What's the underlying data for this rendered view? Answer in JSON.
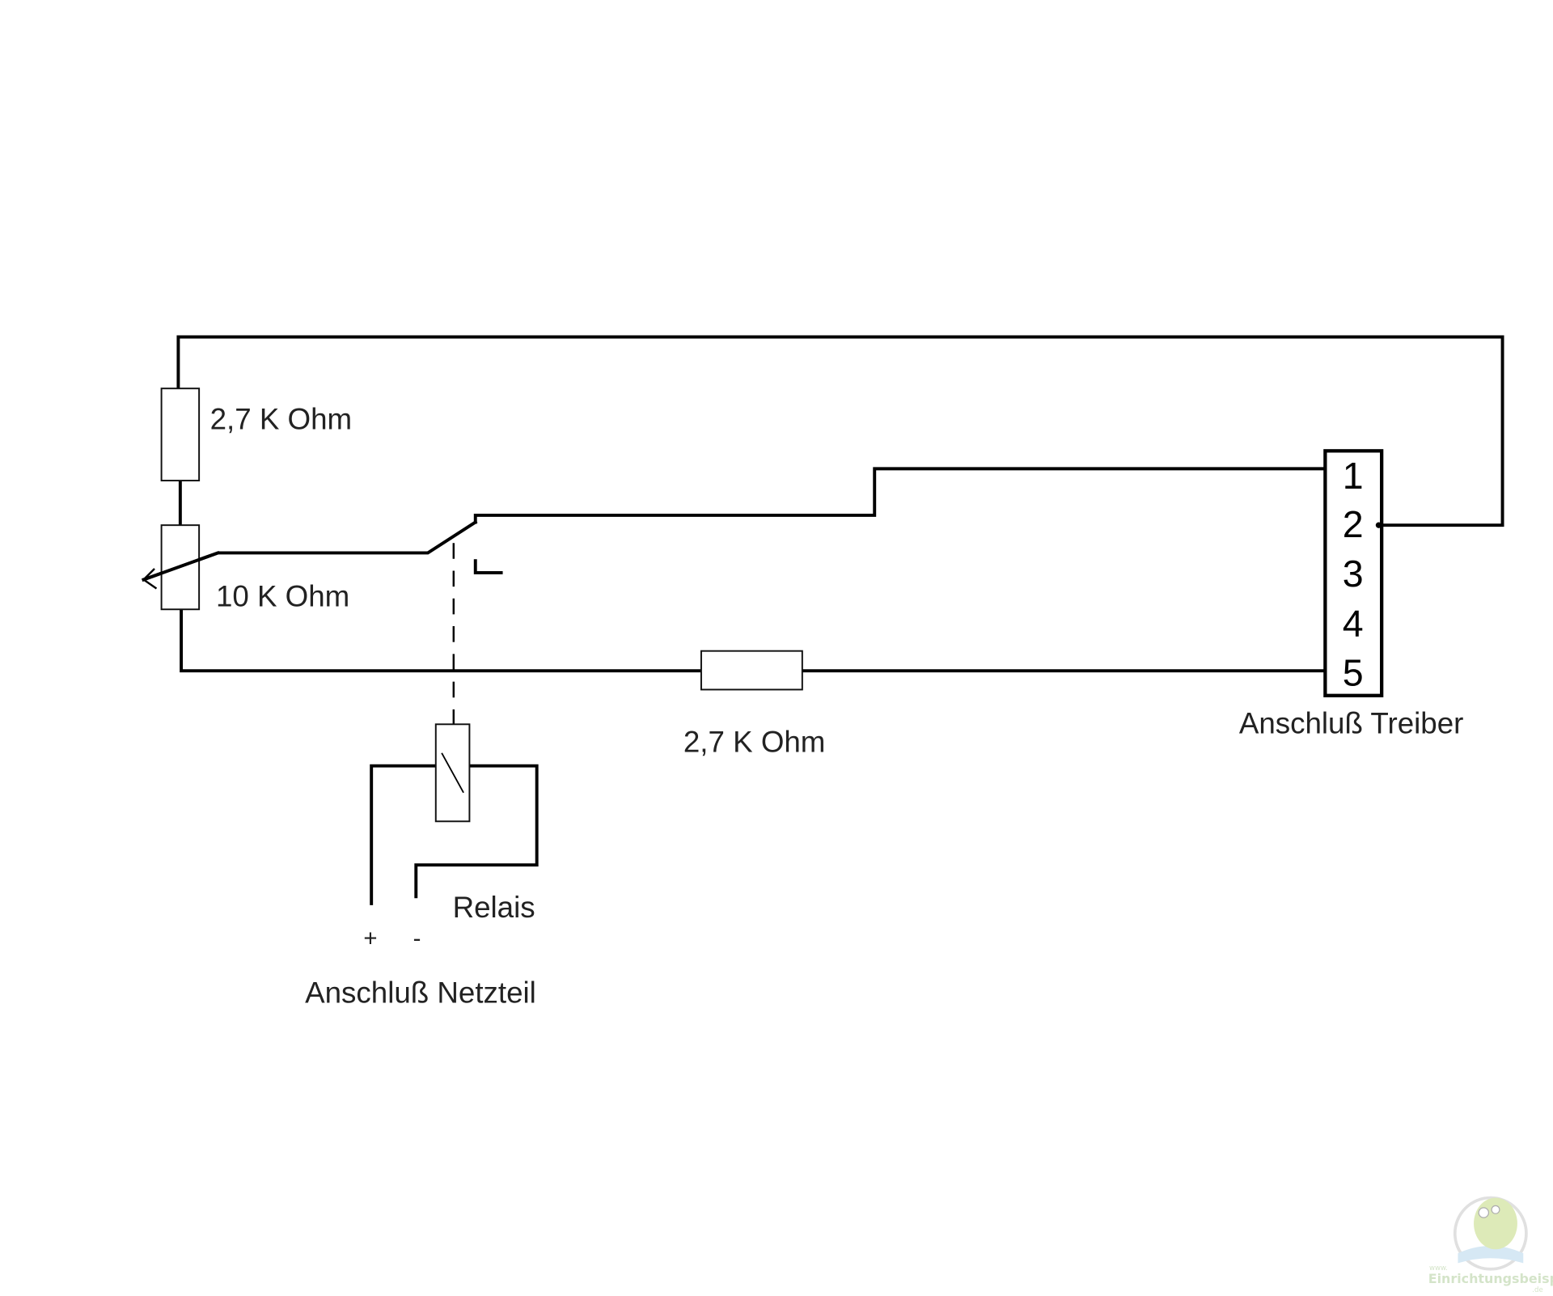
{
  "labels": {
    "r1": "2,7 K Ohm",
    "pot": "10 K Ohm",
    "r3": "2,7 K Ohm",
    "driver": "Anschluß Treiber",
    "relay": "Relais",
    "plus": "+",
    "minus": "-",
    "psu": "Anschluß Netzteil"
  },
  "connector_pins": [
    "1",
    "2",
    "3",
    "4",
    "5"
  ],
  "watermark": {
    "prefix": "www.",
    "name": "Einrichtungsbeispiele",
    "suffix": ".de"
  }
}
